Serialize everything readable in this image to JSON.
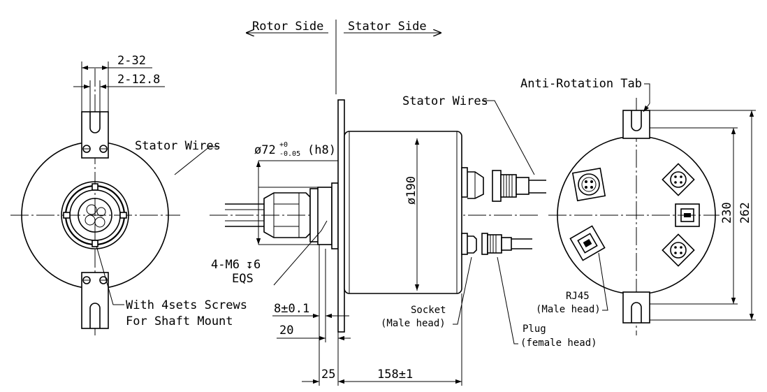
{
  "direction": {
    "rotor": "Rotor Side",
    "stator": "Stator Side"
  },
  "left_view": {
    "dim_outer_slot": "2-32",
    "dim_inner_slot": "2-12.8",
    "stator_wires": "Stator Wires",
    "screws_line1": "With 4sets Screws",
    "screws_line2": "For Shaft Mount"
  },
  "side_view": {
    "bore_dia_main": "ø72",
    "bore_tol_upper": "+0",
    "bore_tol_lower": "-0.05",
    "bore_fit": "(h8)",
    "body_dia": "ø190",
    "thread": "4-M6",
    "thread_depth_symbol": "↧",
    "thread_depth": "6",
    "thread_eqs": "EQS",
    "dim_flange_thk": "8±0.1",
    "dim_20": "20",
    "dim_25": "25",
    "dim_body_len": "158±1",
    "socket_line1": "Socket",
    "socket_line2": "(Male head)",
    "plug_line1": "Plug",
    "plug_line2": "(female head)",
    "stator_wires": "Stator Wires"
  },
  "right_view": {
    "anti_rotation": "Anti-Rotation Tab",
    "rj45_line1": "RJ45",
    "rj45_line2": "(Male head)",
    "dim_230": "230",
    "dim_262": "262"
  }
}
